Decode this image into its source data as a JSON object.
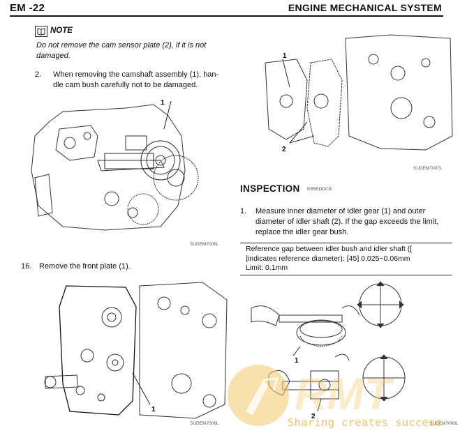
{
  "header": {
    "page_number": "EM -22",
    "section_title": "ENGINE MECHANICAL SYSTEM"
  },
  "note": {
    "icon": "note-book-icon",
    "title": "NOTE",
    "text": "Do not remove the cam sensor plate (2), if it is not damaged."
  },
  "step2": {
    "number": "2.",
    "line1": "When removing the camshaft assembly (1), han-",
    "line2": "dle cam bush carefully not to be damaged."
  },
  "figure1": {
    "callout": "1",
    "code": "SUDEM7006L"
  },
  "step16": {
    "number": "16.",
    "text": "Remove the front plate (1)."
  },
  "figure2": {
    "callout": "1",
    "code": "SUDEM7006L"
  },
  "figure3": {
    "callout1": "1",
    "callout2": "2",
    "code": "SUDEM7007L"
  },
  "inspection": {
    "title": "INSPECTION",
    "code": "EB5EDDCB",
    "step1_number": "1.",
    "step1_line1": "Measure inner diameter of idler gear (1) and outer",
    "step1_line2": "diameter of idler shaft (2). If the gap exceeds the limit,",
    "step1_line3": "replace the idler gear bush."
  },
  "spec": {
    "line1": "Reference gap between idler bush and idler shaft ([",
    "line2": "]indicates reference diameter): [45] 0.025~0.06mm",
    "line3": "Limit:  0.1mm"
  },
  "figure4": {
    "callout1": "1",
    "callout2": "2",
    "code": "SUDEM7008L"
  },
  "watermark": {
    "logo_letters": "RMT",
    "slogan": "Sharing creates success",
    "color": "#e8b44d"
  }
}
